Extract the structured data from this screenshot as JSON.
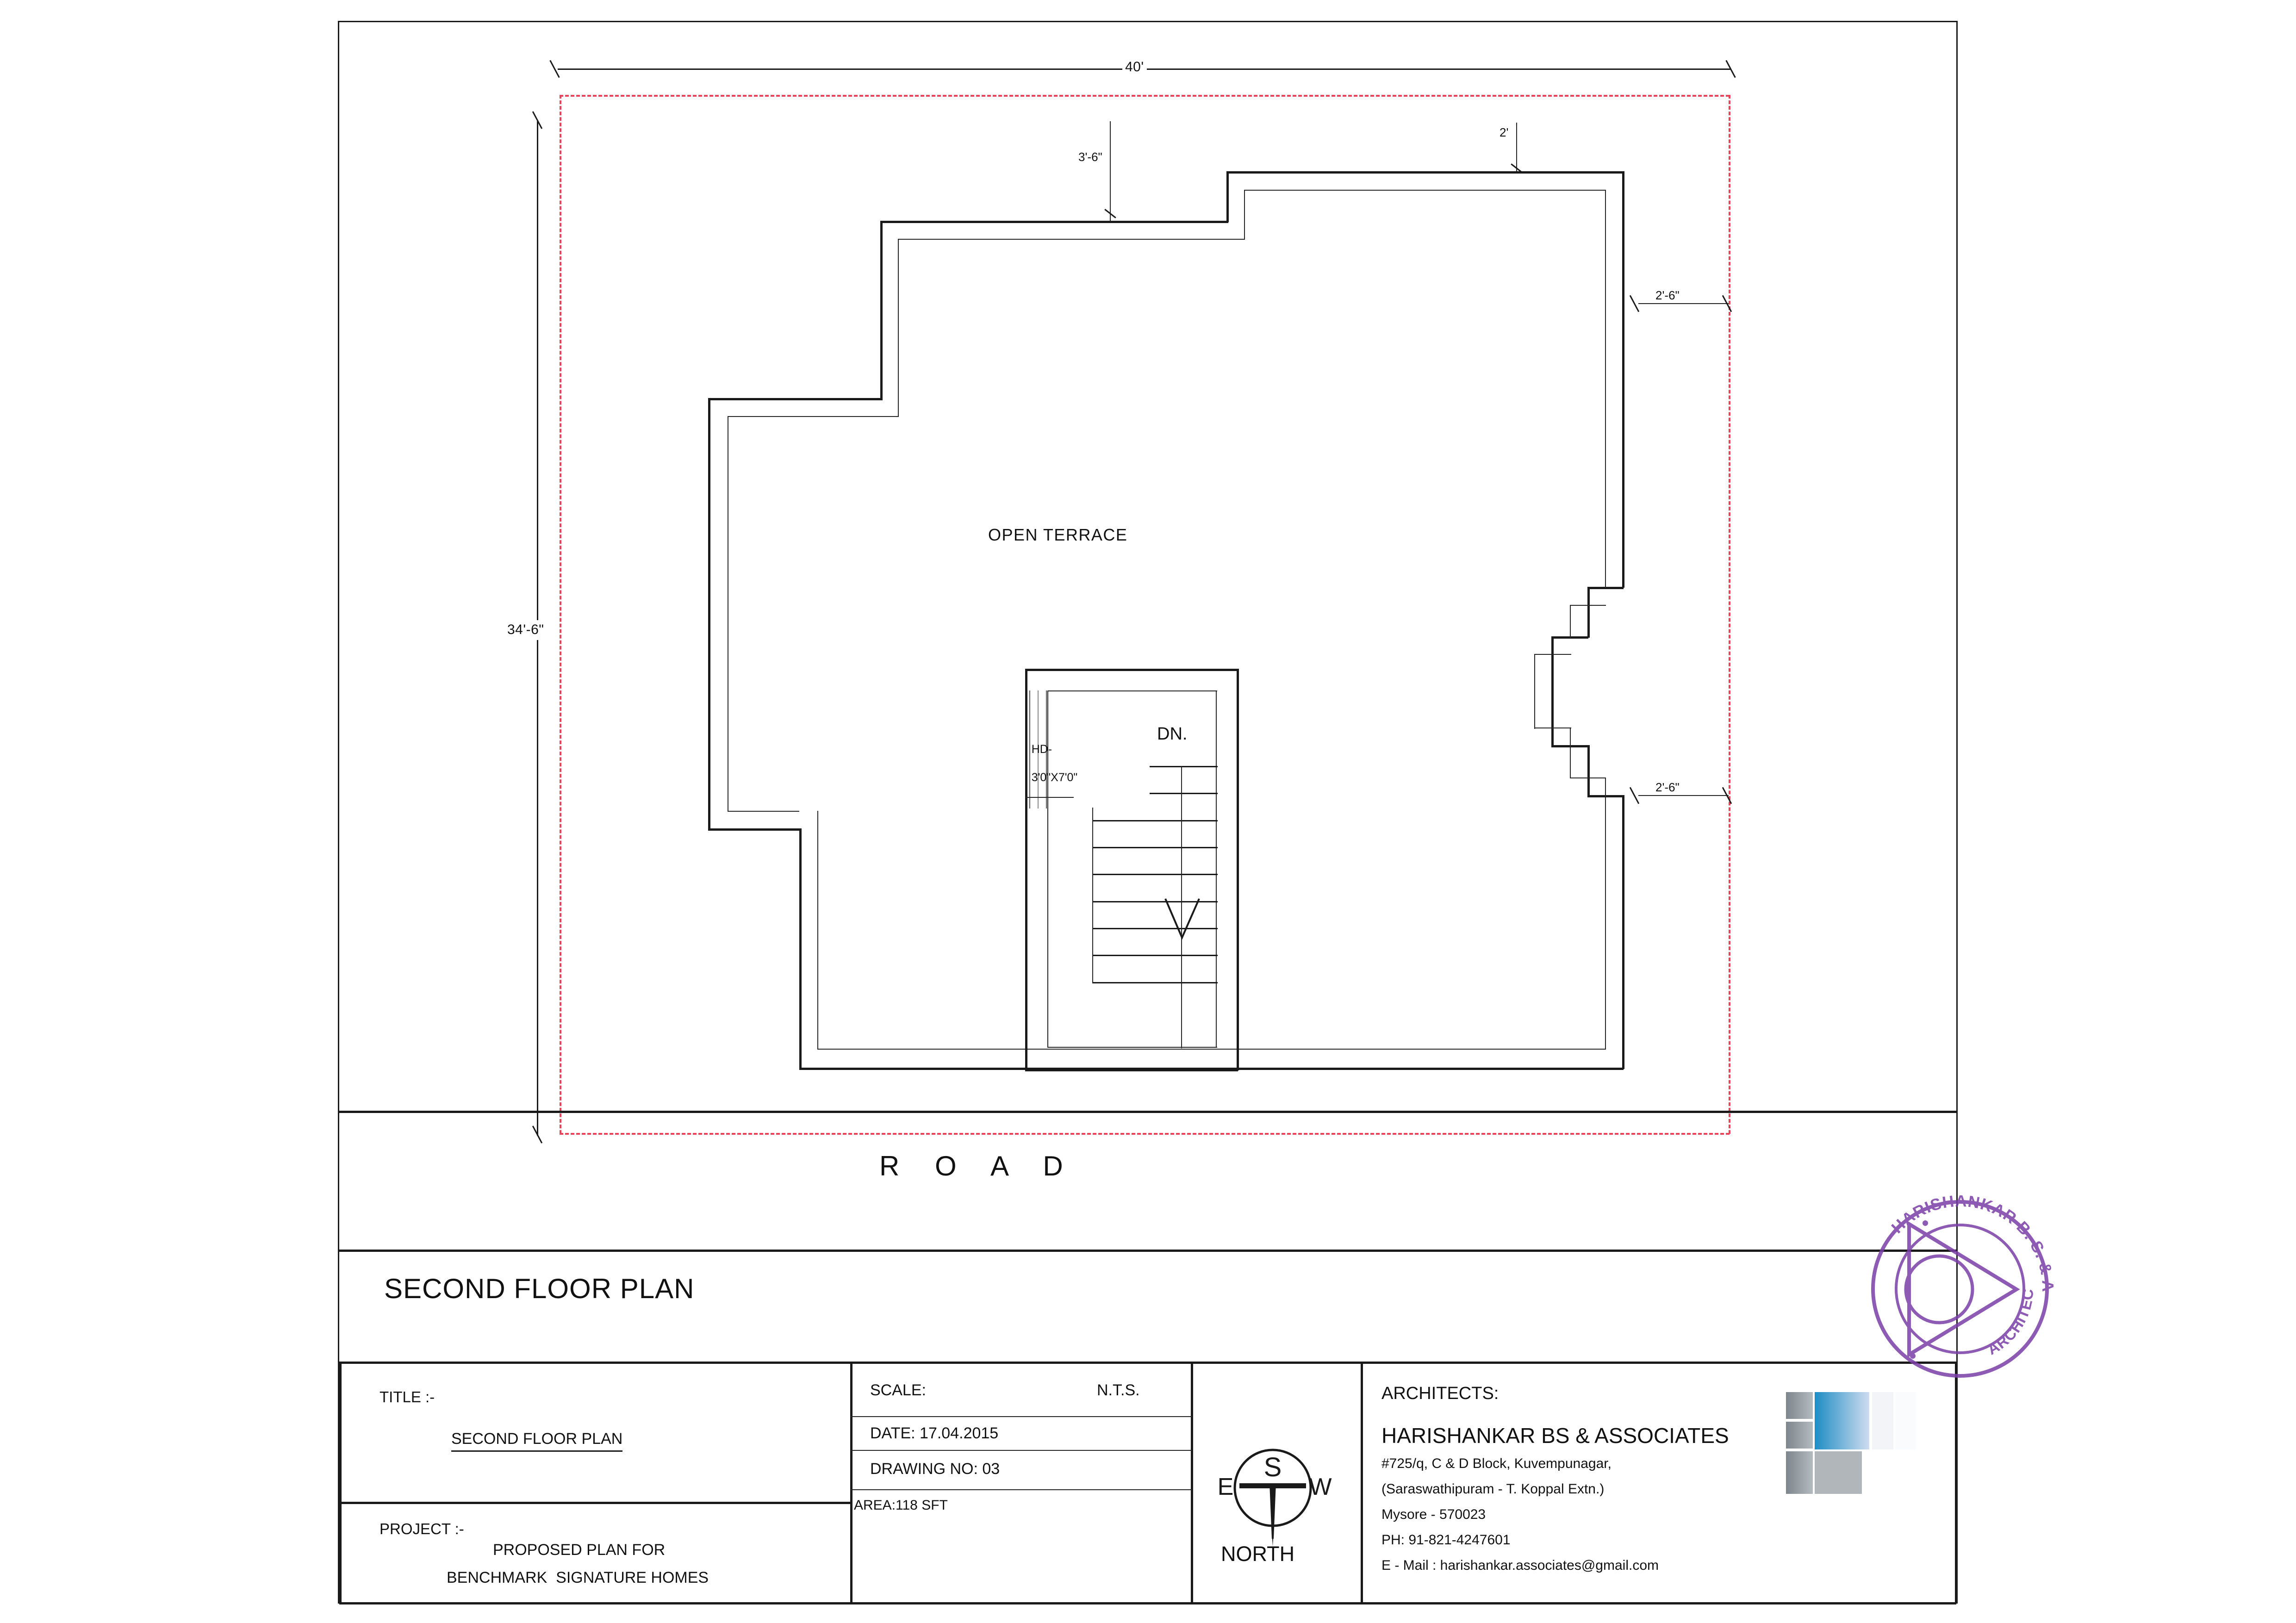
{
  "drawing": {
    "sheet_title": "SECOND FLOOR PLAN",
    "road_label": "R O A D",
    "room_label": "OPEN TERRACE",
    "stair_direction": "DN.",
    "door_label_line1": "HD-",
    "door_label_line2": "3'0\"X7'0\"",
    "dimensions": {
      "top_overall": "40'",
      "left_overall": "34'-6\"",
      "top_inner_left": "3'-6\"",
      "top_inner_right": "2'",
      "right_upper": "2'-6\"",
      "right_lower": "2'-6\""
    }
  },
  "title_block": {
    "title_caption": "TITLE :-",
    "title_value": "SECOND FLOOR PLAN",
    "project_caption": "PROJECT :-",
    "project_line1": "PROPOSED PLAN FOR",
    "project_line2": "BENCHMARK  SIGNATURE HOMES",
    "scale_caption": "SCALE:",
    "scale_value": "N.T.S.",
    "date": "DATE: 17.04.2015",
    "drawing_no": "DRAWING NO: 03",
    "area": "AREA:118 SFT"
  },
  "compass": {
    "north": "NORTH",
    "east": "E",
    "west": "W",
    "south": "S"
  },
  "architects": {
    "caption": "ARCHITECTS:",
    "firm": "HARISHANKAR BS & ASSOCIATES",
    "address_line1": "#725/q, C & D Block, Kuvempunagar,",
    "address_line2": "(Saraswathipuram - T. Koppal Extn.)",
    "address_line3": "Mysore - 570023",
    "phone": "PH: 91-821-4247601",
    "email": "E - Mail : harishankar.associates@gmail.com"
  },
  "stamp": {
    "outer_text": "HARISHANKAR B. S. & ASSSOCIATES",
    "left_text": "ARCHITECT",
    "color": "#7B3FA8"
  },
  "colors": {
    "ink": "#1a1a1a",
    "setback_red": "#e8445a",
    "stamp_purple": "#7B3FA8",
    "logo_blue": "#2f8fc4",
    "logo_gray": "#8b9196"
  }
}
